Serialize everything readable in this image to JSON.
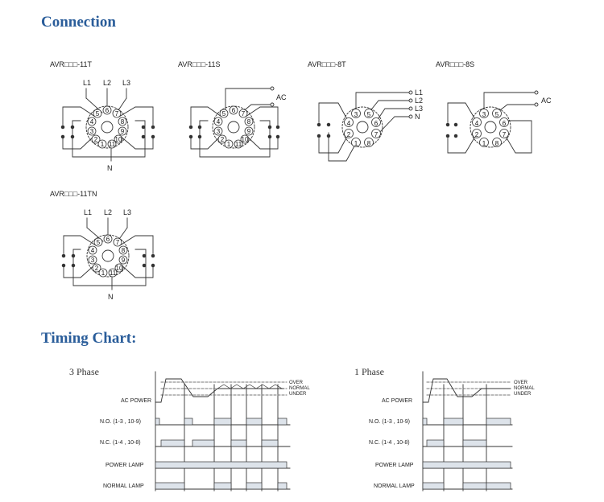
{
  "connection": {
    "title": "Connection",
    "models": [
      {
        "name": "AVR□□□-11T",
        "labels": [
          "L1",
          "L2",
          "L3",
          "N"
        ]
      },
      {
        "name": "AVR□□□-11S",
        "labels": [
          "AC"
        ]
      },
      {
        "name": "AVR□□□-8T",
        "labels": [
          "L1",
          "L2",
          "L3",
          "N"
        ]
      },
      {
        "name": "AVR□□□-8S",
        "labels": [
          "AC"
        ]
      },
      {
        "name": "AVR□□□-11TN",
        "labels": [
          "L1",
          "L2",
          "L3",
          "N"
        ]
      }
    ]
  },
  "timing": {
    "title": "Timing Chart:",
    "charts": [
      {
        "phase": "3 Phase",
        "levels": [
          "OVER",
          "NORMAL",
          "UNDER"
        ],
        "rows": [
          "AC POWER",
          "N.O. (1-3 , 10-9)",
          "N.C. (1-4 , 10-8)",
          "POWER LAMP",
          "NORMAL LAMP"
        ]
      },
      {
        "phase": "1 Phase",
        "levels": [
          "OVER",
          "NORMAL",
          "UNDER"
        ],
        "rows": [
          "AC POWER",
          "N.O. (1-3 , 10-9)",
          "N.C. (1-4 , 10-8)",
          "POWER LAMP",
          "NORMAL LAMP"
        ]
      }
    ]
  }
}
